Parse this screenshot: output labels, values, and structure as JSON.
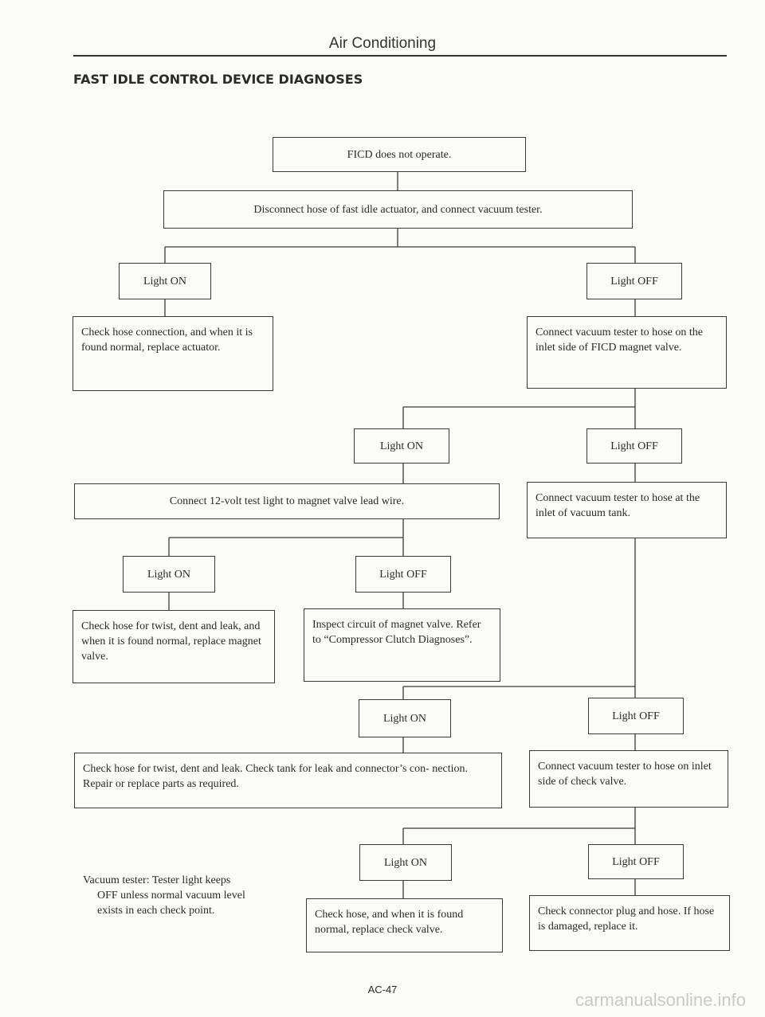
{
  "header": "Air Conditioning",
  "title": "FAST IDLE CONTROL DEVICE DIAGNOSES",
  "boxes": {
    "start": "FICD does not operate.",
    "disconnect": "Disconnect hose of fast idle actuator, and connect vacuum tester.",
    "light_on_1": "Light ON",
    "light_off_1": "Light OFF",
    "check_hose_conn": "Check hose connection, and when it is found normal, replace actuator.",
    "connect_inlet_magnet": "Connect vacuum tester to hose on the inlet side of FICD magnet valve.",
    "light_on_2": "Light ON",
    "light_off_2": "Light OFF",
    "connect_12v": "Connect 12-volt test light to magnet valve lead wire.",
    "connect_vacuum_tank": "Connect vacuum tester to hose at the inlet of vacuum tank.",
    "light_on_3": "Light ON",
    "light_off_3": "Light OFF",
    "check_twist_magnet": "Check hose for twist, dent and leak, and when it is found normal, replace magnet valve.",
    "inspect_circuit": "Inspect circuit of magnet valve. Refer to “Compressor Clutch Diagnoses”.",
    "light_on_4": "Light ON",
    "light_off_4": "Light OFF",
    "check_tank": "Check hose for twist, dent and leak. Check tank for leak and connector’s con- nection. Repair or replace parts as required.",
    "connect_check_valve": "Connect vacuum tester to hose on inlet side of check valve.",
    "light_on_5": "Light ON",
    "light_off_5": "Light OFF",
    "check_valve_replace": "Check hose, and when it is found normal, replace check valve.",
    "check_connector": "Check connector plug and hose. If hose is damaged, replace it."
  },
  "note": {
    "line1": "Vacuum tester:  Tester light keeps",
    "line2": "OFF unless normal vacuum level",
    "line3": "exists in each check point."
  },
  "footer": "AC-47",
  "watermark": "carmanualsonline.info"
}
